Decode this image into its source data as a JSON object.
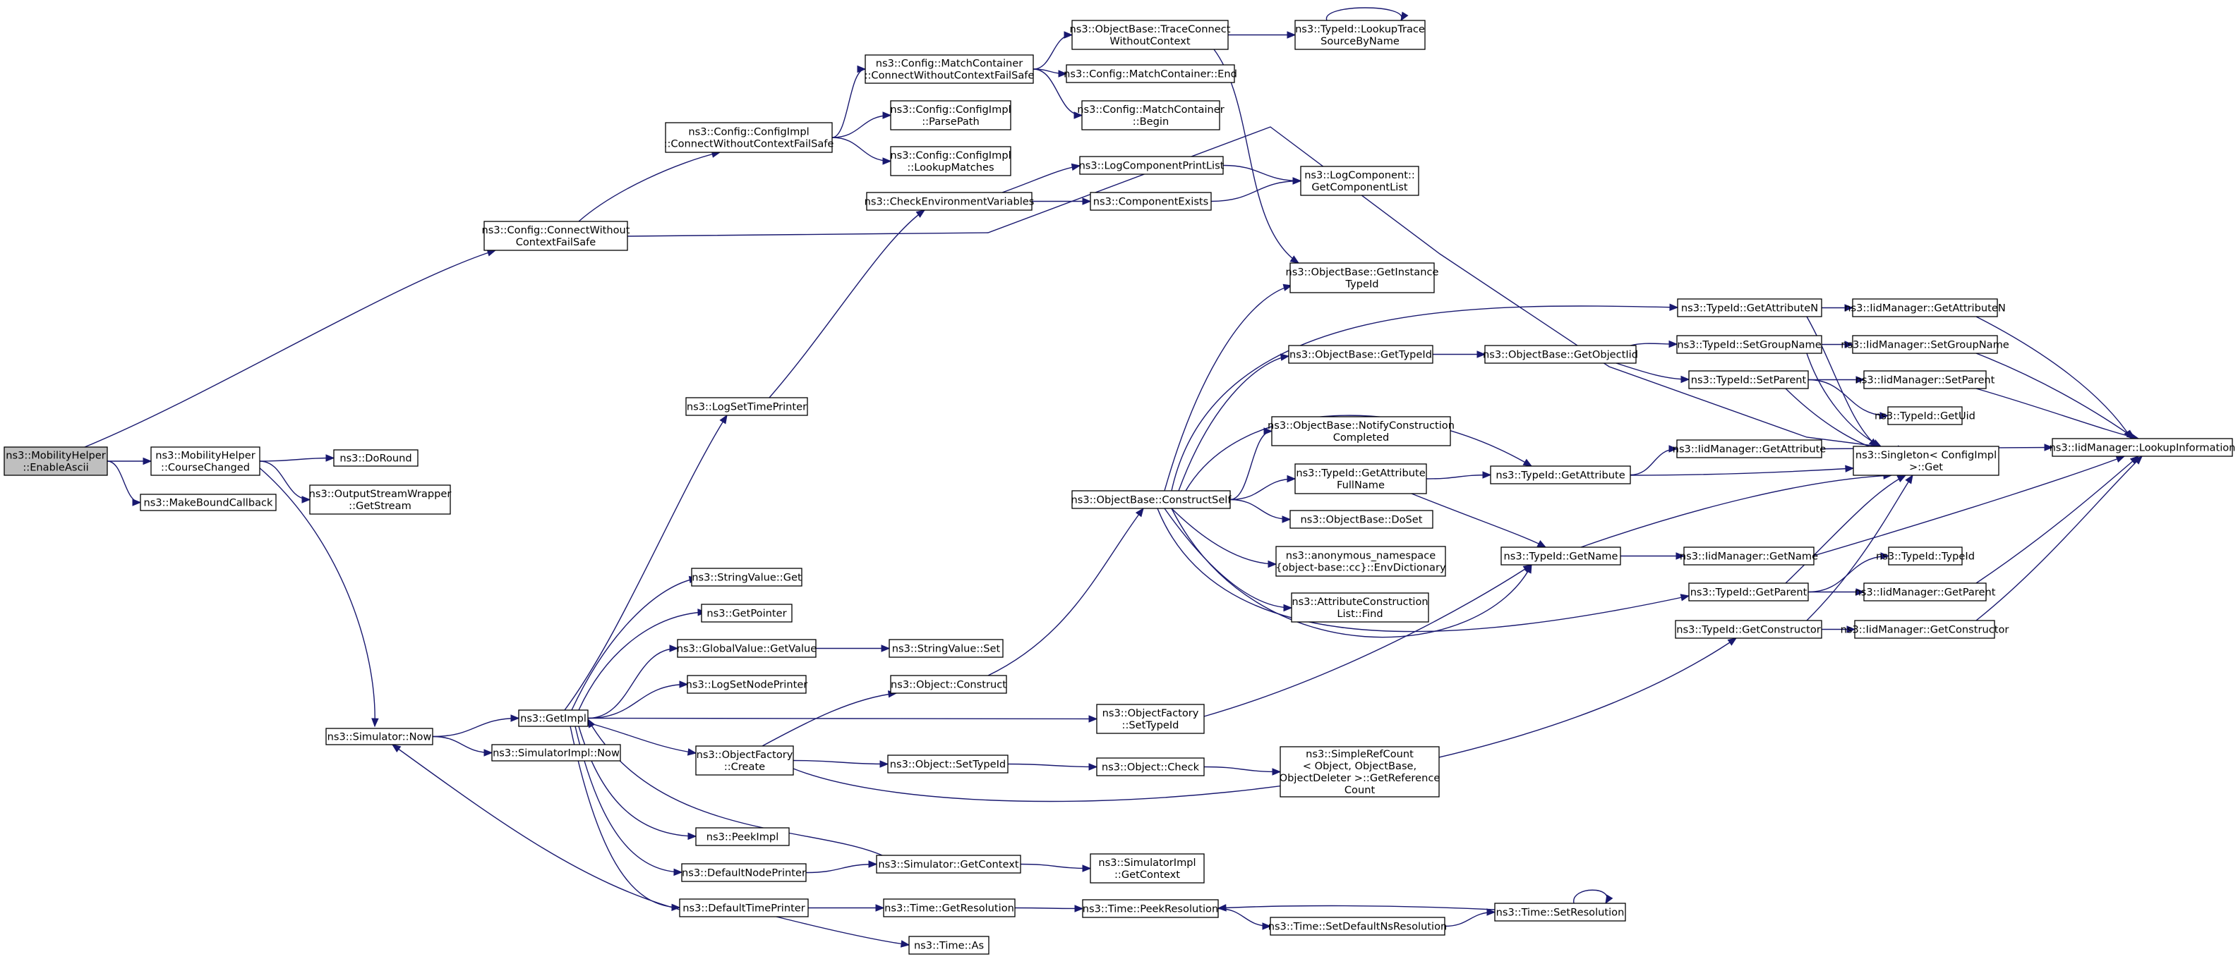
{
  "graph": {
    "root": "EnableAscii",
    "colors": {
      "edge": "#191970",
      "root_fill": "#bfbfbf",
      "node_fill": "#ffffff",
      "node_border": "#000000"
    },
    "nodes": [
      {
        "id": "EnableAscii",
        "lines": [
          "ns3::MobilityHelper",
          "::EnableAscii"
        ]
      },
      {
        "id": "CourseChanged",
        "lines": [
          "ns3::MobilityHelper",
          "::CourseChanged"
        ]
      },
      {
        "id": "MakeBoundCallback",
        "lines": [
          "ns3::MakeBoundCallback"
        ]
      },
      {
        "id": "CfgConnectWithout",
        "lines": [
          "ns3::Config::ConnectWithout",
          "ContextFailSafe"
        ]
      },
      {
        "id": "DoRound",
        "lines": [
          "ns3::DoRound"
        ]
      },
      {
        "id": "OSWGetStream",
        "lines": [
          "ns3::OutputStreamWrapper",
          "::GetStream"
        ]
      },
      {
        "id": "SimNow",
        "lines": [
          "ns3::Simulator::Now"
        ]
      },
      {
        "id": "GetImpl",
        "lines": [
          "ns3::GetImpl"
        ]
      },
      {
        "id": "SimImplNow",
        "lines": [
          "ns3::SimulatorImpl::Now"
        ]
      },
      {
        "id": "CfgImplConnect",
        "lines": [
          "ns3::Config::ConfigImpl",
          "::ConnectWithoutContextFailSafe"
        ]
      },
      {
        "id": "MatchContainerConnect",
        "lines": [
          "ns3::Config::MatchContainer",
          "::ConnectWithoutContextFailSafe"
        ]
      },
      {
        "id": "ParsePath",
        "lines": [
          "ns3::Config::ConfigImpl",
          "::ParsePath"
        ]
      },
      {
        "id": "LookupMatches",
        "lines": [
          "ns3::Config::ConfigImpl",
          "::LookupMatches"
        ]
      },
      {
        "id": "TraceConnect",
        "lines": [
          "ns3::ObjectBase::TraceConnect",
          "WithoutContext"
        ]
      },
      {
        "id": "MCEnd",
        "lines": [
          "ns3::Config::MatchContainer::End"
        ]
      },
      {
        "id": "MCBegin",
        "lines": [
          "ns3::Config::MatchContainer",
          "::Begin"
        ]
      },
      {
        "id": "LookupTrace",
        "lines": [
          "ns3::TypeId::LookupTrace",
          "SourceByName"
        ]
      },
      {
        "id": "CheckEnv",
        "lines": [
          "ns3::CheckEnvironmentVariables"
        ]
      },
      {
        "id": "LogCompPrintList",
        "lines": [
          "ns3::LogComponentPrintList"
        ]
      },
      {
        "id": "CompExists",
        "lines": [
          "ns3::ComponentExists"
        ]
      },
      {
        "id": "GetCompList",
        "lines": [
          "ns3::LogComponent::",
          "GetComponentList"
        ]
      },
      {
        "id": "LogSetTimePrinter",
        "lines": [
          "ns3::LogSetTimePrinter"
        ]
      },
      {
        "id": "GetInstanceTypeId",
        "lines": [
          "ns3::ObjectBase::GetInstance",
          "TypeId"
        ]
      },
      {
        "id": "ConstructSelf",
        "lines": [
          "ns3::ObjectBase::ConstructSelf"
        ]
      },
      {
        "id": "OBGetTypeId",
        "lines": [
          "ns3::ObjectBase::GetTypeId"
        ]
      },
      {
        "id": "NotifyConstruction",
        "lines": [
          "ns3::ObjectBase::NotifyConstruction",
          "Completed"
        ]
      },
      {
        "id": "GetAttrFullName",
        "lines": [
          "ns3::TypeId::GetAttribute",
          "FullName"
        ]
      },
      {
        "id": "DoSet",
        "lines": [
          "ns3::ObjectBase::DoSet"
        ]
      },
      {
        "id": "EnvDictionary",
        "lines": [
          "ns3::anonymous_namespace",
          "{object-base::cc}::EnvDictionary"
        ]
      },
      {
        "id": "AttrConstructionFind",
        "lines": [
          "ns3::AttributeConstruction",
          "List::Find"
        ]
      },
      {
        "id": "GetObjectIid",
        "lines": [
          "ns3::ObjectBase::GetObjectIid"
        ]
      },
      {
        "id": "TIGetAttributeN",
        "lines": [
          "ns3::TypeId::GetAttributeN"
        ]
      },
      {
        "id": "TISetGroupName",
        "lines": [
          "ns3::TypeId::SetGroupName"
        ]
      },
      {
        "id": "TISetParent",
        "lines": [
          "ns3::TypeId::SetParent"
        ]
      },
      {
        "id": "TIGetAttribute",
        "lines": [
          "ns3::TypeId::GetAttribute"
        ]
      },
      {
        "id": "TIGetName",
        "lines": [
          "ns3::TypeId::GetName"
        ]
      },
      {
        "id": "TIGetParent",
        "lines": [
          "ns3::TypeId::GetParent"
        ]
      },
      {
        "id": "TIGetConstructor",
        "lines": [
          "ns3::TypeId::GetConstructor"
        ]
      },
      {
        "id": "IMGetAttributeN",
        "lines": [
          "ns3::IidManager::GetAttributeN"
        ]
      },
      {
        "id": "IMSetGroupName",
        "lines": [
          "ns3::IidManager::SetGroupName"
        ]
      },
      {
        "id": "IMSetParent",
        "lines": [
          "ns3::IidManager::SetParent"
        ]
      },
      {
        "id": "TIGetUid",
        "lines": [
          "ns3::TypeId::GetUid"
        ]
      },
      {
        "id": "SingletonGet",
        "lines": [
          "ns3::Singleton< ConfigImpl",
          " >::Get"
        ]
      },
      {
        "id": "IMGetAttribute",
        "lines": [
          "ns3::IidManager::GetAttribute"
        ]
      },
      {
        "id": "IMGetName",
        "lines": [
          "ns3::IidManager::GetName"
        ]
      },
      {
        "id": "TITypeId",
        "lines": [
          "ns3::TypeId::TypeId"
        ]
      },
      {
        "id": "IMGetParent",
        "lines": [
          "ns3::IidManager::GetParent"
        ]
      },
      {
        "id": "IMGetConstructor",
        "lines": [
          "ns3::IidManager::GetConstructor"
        ]
      },
      {
        "id": "IMLookupInformation",
        "lines": [
          "ns3::IidManager::LookupInformation"
        ]
      },
      {
        "id": "StringValueGet",
        "lines": [
          "ns3::StringValue::Get"
        ]
      },
      {
        "id": "GetPointer",
        "lines": [
          "ns3::GetPointer"
        ]
      },
      {
        "id": "GlobalValueGetValue",
        "lines": [
          "ns3::GlobalValue::GetValue"
        ]
      },
      {
        "id": "StringValueSet",
        "lines": [
          "ns3::StringValue::Set"
        ]
      },
      {
        "id": "LogSetNodePrinter",
        "lines": [
          "ns3::LogSetNodePrinter"
        ]
      },
      {
        "id": "ObjectConstruct",
        "lines": [
          "ns3::Object::Construct"
        ]
      },
      {
        "id": "OFSetTypeId",
        "lines": [
          "ns3::ObjectFactory",
          "::SetTypeId"
        ]
      },
      {
        "id": "OFCreate",
        "lines": [
          "ns3::ObjectFactory",
          "::Create"
        ]
      },
      {
        "id": "ObjectSetTypeId",
        "lines": [
          "ns3::Object::SetTypeId"
        ]
      },
      {
        "id": "ObjectCheck",
        "lines": [
          "ns3::Object::Check"
        ]
      },
      {
        "id": "SimpleRefCount",
        "lines": [
          "ns3::SimpleRefCount",
          "< Object, ObjectBase,",
          "ObjectDeleter >::GetReference",
          "Count"
        ]
      },
      {
        "id": "PeekImpl",
        "lines": [
          "ns3::PeekImpl"
        ]
      },
      {
        "id": "DefaultNodePrinter",
        "lines": [
          "ns3::DefaultNodePrinter"
        ]
      },
      {
        "id": "SimGetContext",
        "lines": [
          "ns3::Simulator::GetContext"
        ]
      },
      {
        "id": "SimImplGetContext",
        "lines": [
          "ns3::SimulatorImpl",
          "::GetContext"
        ]
      },
      {
        "id": "DefaultTimePrinter",
        "lines": [
          "ns3::DefaultTimePrinter"
        ]
      },
      {
        "id": "TimeGetResolution",
        "lines": [
          "ns3::Time::GetResolution"
        ]
      },
      {
        "id": "TimePeekResolution",
        "lines": [
          "ns3::Time::PeekResolution"
        ]
      },
      {
        "id": "TimeSetResolution",
        "lines": [
          "ns3::Time::SetResolution"
        ]
      },
      {
        "id": "TimeSetDefaultNs",
        "lines": [
          "ns3::Time::SetDefaultNsResolution"
        ]
      },
      {
        "id": "TimeAs",
        "lines": [
          "ns3::Time::As"
        ]
      }
    ],
    "edges": [
      [
        "EnableAscii",
        "CourseChanged"
      ],
      [
        "EnableAscii",
        "MakeBoundCallback"
      ],
      [
        "EnableAscii",
        "CfgConnectWithout"
      ],
      [
        "CourseChanged",
        "DoRound"
      ],
      [
        "CourseChanged",
        "OSWGetStream"
      ],
      [
        "CourseChanged",
        "SimNow"
      ],
      [
        "CfgConnectWithout",
        "CfgImplConnect"
      ],
      [
        "CfgConnectWithout",
        "SingletonGet"
      ],
      [
        "CfgImplConnect",
        "MatchContainerConnect"
      ],
      [
        "CfgImplConnect",
        "ParsePath"
      ],
      [
        "CfgImplConnect",
        "LookupMatches"
      ],
      [
        "MatchContainerConnect",
        "TraceConnect"
      ],
      [
        "MatchContainerConnect",
        "MCEnd"
      ],
      [
        "MatchContainerConnect",
        "MCBegin"
      ],
      [
        "TraceConnect",
        "LookupTrace"
      ],
      [
        "TraceConnect",
        "GetInstanceTypeId"
      ],
      [
        "LookupTrace",
        "LookupTrace"
      ],
      [
        "SimNow",
        "GetImpl"
      ],
      [
        "SimNow",
        "SimImplNow"
      ],
      [
        "GetImpl",
        "LogSetTimePrinter"
      ],
      [
        "GetImpl",
        "StringValueGet"
      ],
      [
        "GetImpl",
        "GetPointer"
      ],
      [
        "GetImpl",
        "GlobalValueGetValue"
      ],
      [
        "GetImpl",
        "LogSetNodePrinter"
      ],
      [
        "GetImpl",
        "OFSetTypeId"
      ],
      [
        "GetImpl",
        "OFCreate"
      ],
      [
        "GetImpl",
        "PeekImpl"
      ],
      [
        "GetImpl",
        "DefaultNodePrinter"
      ],
      [
        "GetImpl",
        "DefaultTimePrinter"
      ],
      [
        "LogSetTimePrinter",
        "CheckEnv"
      ],
      [
        "CheckEnv",
        "LogCompPrintList"
      ],
      [
        "CheckEnv",
        "CompExists"
      ],
      [
        "LogCompPrintList",
        "GetCompList"
      ],
      [
        "CompExists",
        "GetCompList"
      ],
      [
        "GlobalValueGetValue",
        "StringValueSet"
      ],
      [
        "OFCreate",
        "ObjectConstruct"
      ],
      [
        "OFCreate",
        "ObjectSetTypeId"
      ],
      [
        "OFCreate",
        "TIGetConstructor"
      ],
      [
        "ObjectConstruct",
        "ConstructSelf"
      ],
      [
        "ObjectSetTypeId",
        "ObjectCheck"
      ],
      [
        "ObjectCheck",
        "SimpleRefCount"
      ],
      [
        "OFSetTypeId",
        "TIGetName"
      ],
      [
        "ConstructSelf",
        "GetInstanceTypeId"
      ],
      [
        "ConstructSelf",
        "TIGetAttributeN"
      ],
      [
        "ConstructSelf",
        "OBGetTypeId"
      ],
      [
        "ConstructSelf",
        "TIGetAttribute"
      ],
      [
        "ConstructSelf",
        "NotifyConstruction"
      ],
      [
        "ConstructSelf",
        "GetAttrFullName"
      ],
      [
        "ConstructSelf",
        "DoSet"
      ],
      [
        "ConstructSelf",
        "EnvDictionary"
      ],
      [
        "ConstructSelf",
        "AttrConstructionFind"
      ],
      [
        "ConstructSelf",
        "TIGetName"
      ],
      [
        "ConstructSelf",
        "TIGetParent"
      ],
      [
        "OBGetTypeId",
        "GetObjectIid"
      ],
      [
        "GetObjectIid",
        "TISetGroupName"
      ],
      [
        "GetObjectIid",
        "TISetParent"
      ],
      [
        "GetAttrFullName",
        "TIGetAttribute"
      ],
      [
        "GetAttrFullName",
        "TIGetName"
      ],
      [
        "TIGetAttributeN",
        "IMGetAttributeN"
      ],
      [
        "TIGetAttributeN",
        "SingletonGet"
      ],
      [
        "TISetGroupName",
        "IMSetGroupName"
      ],
      [
        "TISetGroupName",
        "SingletonGet"
      ],
      [
        "TISetParent",
        "IMSetParent"
      ],
      [
        "TISetParent",
        "TIGetUid"
      ],
      [
        "TISetParent",
        "SingletonGet"
      ],
      [
        "TIGetAttribute",
        "IMGetAttribute"
      ],
      [
        "TIGetAttribute",
        "SingletonGet"
      ],
      [
        "TIGetName",
        "IMGetName"
      ],
      [
        "TIGetName",
        "SingletonGet"
      ],
      [
        "TIGetParent",
        "TITypeId"
      ],
      [
        "TIGetParent",
        "IMGetParent"
      ],
      [
        "TIGetParent",
        "SingletonGet"
      ],
      [
        "TIGetConstructor",
        "IMGetConstructor"
      ],
      [
        "TIGetConstructor",
        "SingletonGet"
      ],
      [
        "IMGetAttributeN",
        "IMLookupInformation"
      ],
      [
        "IMSetGroupName",
        "IMLookupInformation"
      ],
      [
        "IMSetParent",
        "IMLookupInformation"
      ],
      [
        "IMGetName",
        "IMLookupInformation"
      ],
      [
        "IMGetParent",
        "IMLookupInformation"
      ],
      [
        "IMGetConstructor",
        "IMLookupInformation"
      ],
      [
        "IMGetAttribute",
        "IMLookupInformation"
      ],
      [
        "DefaultNodePrinter",
        "SimGetContext"
      ],
      [
        "SimGetContext",
        "SimImplGetContext"
      ],
      [
        "SimGetContext",
        "GetImpl"
      ],
      [
        "DefaultTimePrinter",
        "TimeGetResolution"
      ],
      [
        "DefaultTimePrinter",
        "TimeAs"
      ],
      [
        "DefaultTimePrinter",
        "SimNow"
      ],
      [
        "TimeGetResolution",
        "TimePeekResolution"
      ],
      [
        "TimePeekResolution",
        "TimeSetDefaultNs"
      ],
      [
        "TimeSetDefaultNs",
        "TimeSetResolution"
      ],
      [
        "TimeSetResolution",
        "TimePeekResolution"
      ],
      [
        "TimeSetResolution",
        "TimeSetResolution"
      ]
    ]
  }
}
